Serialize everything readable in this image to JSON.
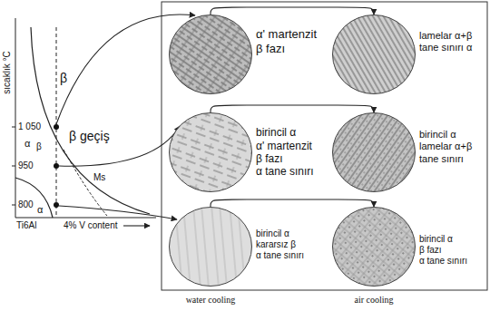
{
  "diagram": {
    "nodes": [
      {
        "text": [
          "α' martenzit",
          "β fazı"
        ]
      },
      {
        "text": [
          "lamelar α+β",
          "tane sınırı α"
        ]
      },
      {
        "text": [
          "birincil α",
          "α' martenzit",
          "β fazı",
          "α tane sınırı"
        ]
      },
      {
        "text": [
          "birincil α",
          "lamelar α+β",
          "tane sınırı"
        ]
      },
      {
        "text": [
          "birincil α",
          "kararsız β",
          "α tane sınırı"
        ]
      },
      {
        "text": [
          "birincil α",
          "β fazı",
          "α tane sınırı"
        ]
      }
    ],
    "edges": [
      {
        "from": 0,
        "to": 1,
        "arrow": "to"
      },
      {
        "from": 2,
        "to": 3,
        "arrow": "to"
      },
      {
        "from": 4,
        "to": 5,
        "arrow": "to"
      }
    ],
    "labels": [
      "sıcaklık °C",
      "1 050",
      "950",
      "800",
      "β",
      "β geçiş",
      "α",
      "β",
      "α",
      "Ms",
      "Ti6Al",
      "4% V content",
      "water cooling",
      "air cooling"
    ]
  }
}
